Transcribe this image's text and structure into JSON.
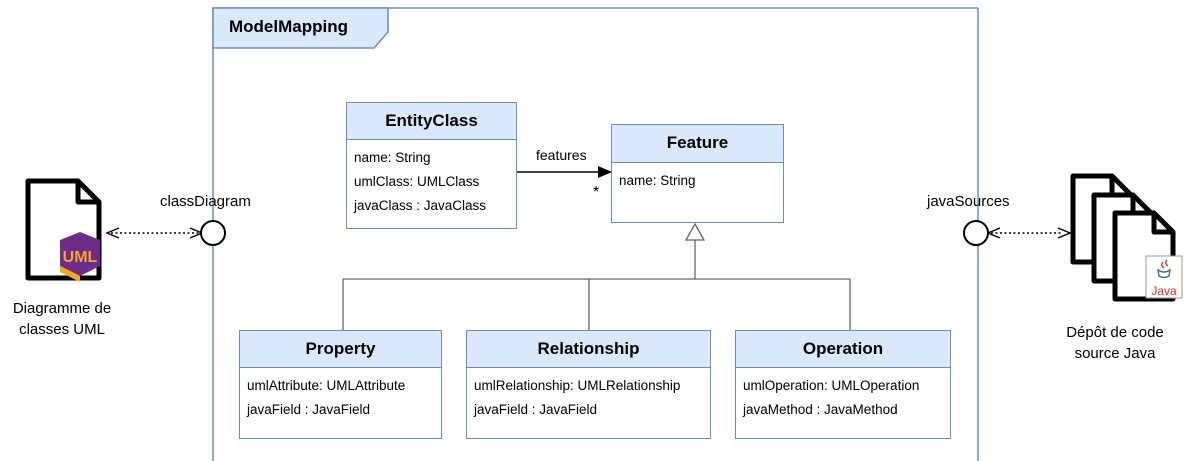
{
  "package": {
    "title": "ModelMapping"
  },
  "classes": {
    "entity_class": {
      "name": "EntityClass",
      "attributes": [
        "name: String",
        "umlClass: UMLClass",
        "javaClass : JavaClass"
      ]
    },
    "feature": {
      "name": "Feature",
      "attributes": [
        "name: String"
      ]
    },
    "property": {
      "name": "Property",
      "attributes": [
        "umlAttribute: UMLAttribute",
        "javaField : JavaField"
      ]
    },
    "relationship": {
      "name": "Relationship",
      "attributes": [
        "umlRelationship: UMLRelationship",
        "javaField : JavaField"
      ]
    },
    "operation": {
      "name": "Operation",
      "attributes": [
        "umlOperation: UMLOperation",
        "javaMethod : JavaMethod"
      ]
    }
  },
  "association": {
    "role": "features",
    "multiplicity": "*"
  },
  "ports": {
    "left": "classDiagram",
    "right": "javaSources"
  },
  "external": {
    "uml_diagram": {
      "caption_lines": [
        "Diagramme de",
        "classes UML"
      ],
      "icon": "uml-file-icon",
      "badge": "UML"
    },
    "java_repo": {
      "caption_lines": [
        "Dépôt de code",
        "source Java"
      ],
      "icon": "java-files-icon",
      "badge": "Java"
    }
  },
  "colors": {
    "class_fill": "#dae8fc",
    "class_border": "#6c8ebf",
    "uml_badge": "#6d2c8a",
    "uml_badge_accent": "#f5a623",
    "java_red": "#e0301e"
  }
}
